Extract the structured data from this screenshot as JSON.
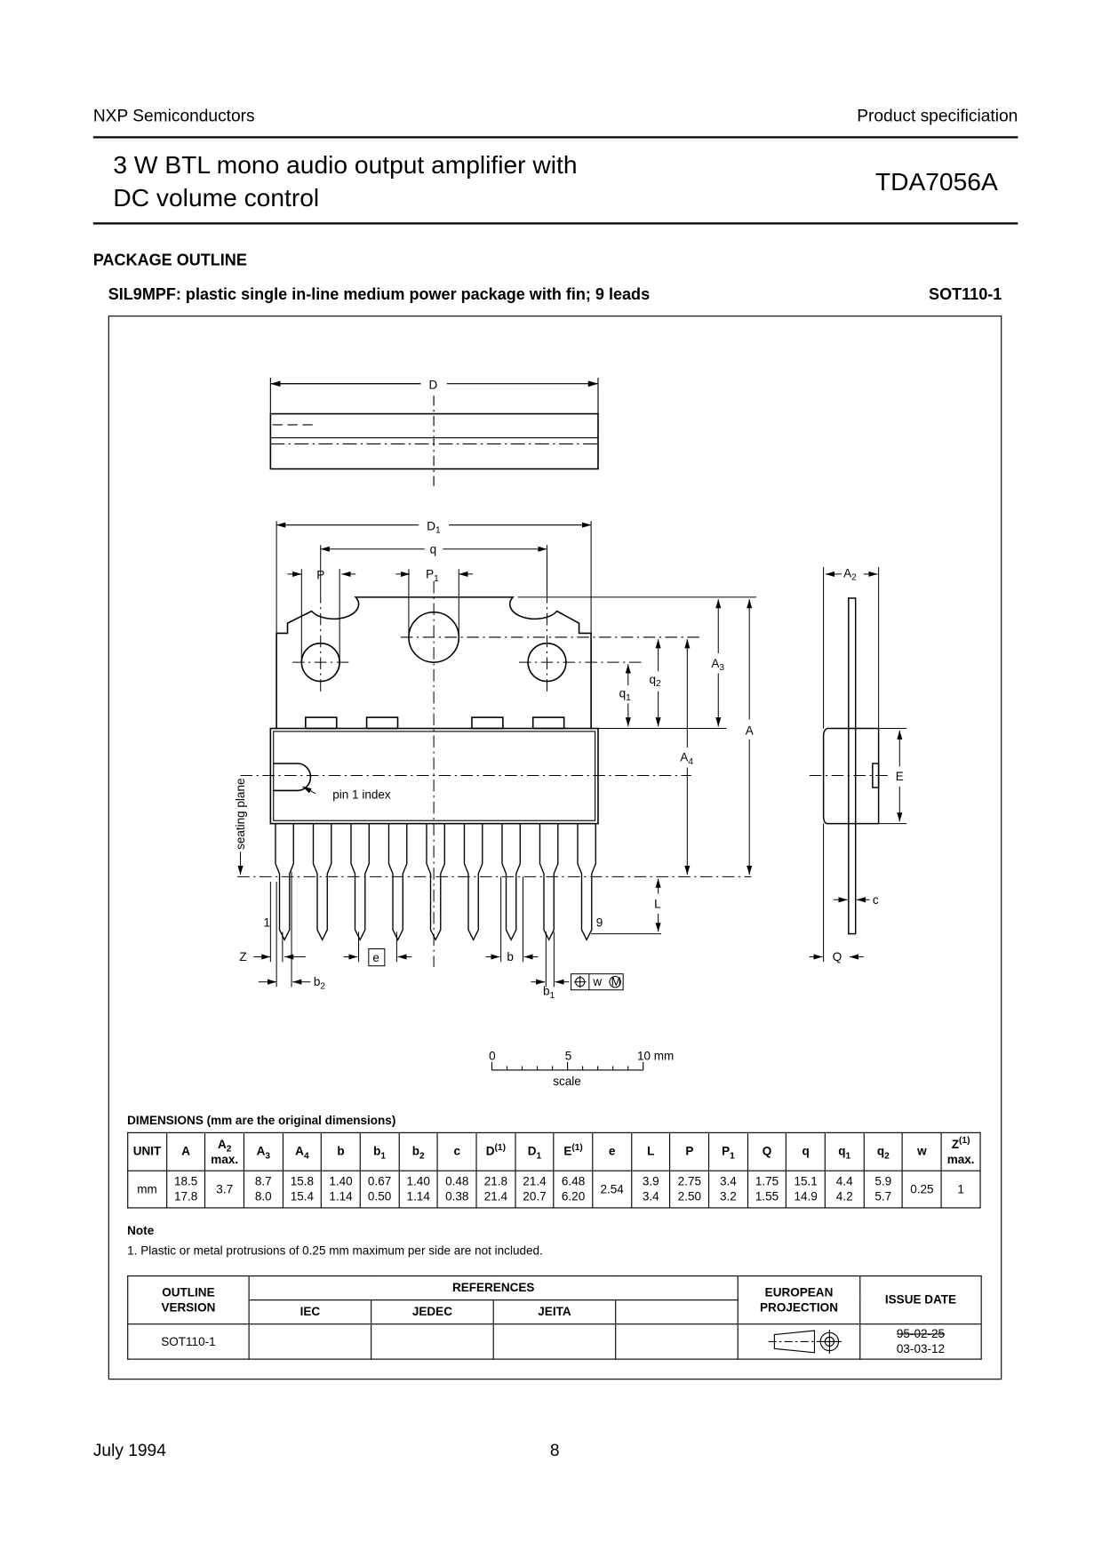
{
  "header": {
    "company": "NXP Semiconductors",
    "doc_type": "Product specificiation",
    "title_line1": "3 W BTL mono audio output amplifier with",
    "title_line2": "DC volume control",
    "part": "TDA7056A"
  },
  "section": {
    "title": "PACKAGE OUTLINE",
    "package_desc": "SIL9MPF: plastic single in-line medium power package with fin; 9 leads",
    "package_code": "SOT110-1"
  },
  "drawing": {
    "D": "D",
    "D1": "D",
    "D1_sub": "1",
    "q": "q",
    "P": "P",
    "P1": "P",
    "P1_sub": "1",
    "A2": "A",
    "A2_sub": "2",
    "A3": "A",
    "A3_sub": "3",
    "A": "A",
    "A4": "A",
    "A4_sub": "4",
    "q2": "q",
    "q2_sub": "2",
    "q1": "q",
    "q1_sub": "1",
    "E": "E",
    "L": "L",
    "c": "c",
    "Q": "Q",
    "Z": "Z",
    "b2": "b",
    "b2_sub": "2",
    "e": "e",
    "b": "b",
    "b1": "b",
    "b1_sub": "1",
    "w": "w",
    "M": "M",
    "pin1_index": "pin 1 index",
    "seating_plane": "seating plane",
    "pin_first": "1",
    "pin_last": "9",
    "scale": {
      "zero": "0",
      "five": "5",
      "ten": "10 mm",
      "label": "scale"
    }
  },
  "dimensions": {
    "title": "DIMENSIONS (mm are the original dimensions)",
    "columns": [
      {
        "m": "UNIT"
      },
      {
        "m": "A"
      },
      {
        "m": "A",
        "s": "2",
        "x": "max."
      },
      {
        "m": "A",
        "s": "3"
      },
      {
        "m": "A",
        "s": "4"
      },
      {
        "m": "b"
      },
      {
        "m": "b",
        "s": "1"
      },
      {
        "m": "b",
        "s": "2"
      },
      {
        "m": "c"
      },
      {
        "m": "D",
        "p": "(1)"
      },
      {
        "m": "D",
        "s": "1"
      },
      {
        "m": "E",
        "p": "(1)"
      },
      {
        "m": "e"
      },
      {
        "m": "L"
      },
      {
        "m": "P"
      },
      {
        "m": "P",
        "s": "1"
      },
      {
        "m": "Q"
      },
      {
        "m": "q"
      },
      {
        "m": "q",
        "s": "1"
      },
      {
        "m": "q",
        "s": "2"
      },
      {
        "m": "w"
      },
      {
        "m": "Z",
        "p": "(1)",
        "x": "max."
      }
    ],
    "row": [
      [
        "mm"
      ],
      [
        "18.5",
        "17.8"
      ],
      [
        "3.7"
      ],
      [
        "8.7",
        "8.0"
      ],
      [
        "15.8",
        "15.4"
      ],
      [
        "1.40",
        "1.14"
      ],
      [
        "0.67",
        "0.50"
      ],
      [
        "1.40",
        "1.14"
      ],
      [
        "0.48",
        "0.38"
      ],
      [
        "21.8",
        "21.4"
      ],
      [
        "21.4",
        "20.7"
      ],
      [
        "6.48",
        "6.20"
      ],
      [
        "2.54"
      ],
      [
        "3.9",
        "3.4"
      ],
      [
        "2.75",
        "2.50"
      ],
      [
        "3.4",
        "3.2"
      ],
      [
        "1.75",
        "1.55"
      ],
      [
        "15.1",
        "14.9"
      ],
      [
        "4.4",
        "4.2"
      ],
      [
        "5.9",
        "5.7"
      ],
      [
        "0.25"
      ],
      [
        "1"
      ]
    ]
  },
  "note": {
    "title": "Note",
    "text": "1. Plastic or metal protrusions of 0.25 mm maximum per side are not included."
  },
  "outline": {
    "outline_version_1": "OUTLINE",
    "outline_version_2": "VERSION",
    "references": "REFERENCES",
    "iec": "IEC",
    "jedec": "JEDEC",
    "jeita": "JEITA",
    "european_1": "EUROPEAN",
    "european_2": "PROJECTION",
    "issue_date": "ISSUE DATE",
    "version": "SOT110-1",
    "iec_val": "",
    "jedec_val": "",
    "jeita_val": "",
    "extra_val": "",
    "old_date": "95-02-25",
    "new_date": "03-03-12"
  },
  "footer": {
    "date": "July 1994",
    "page": "8"
  }
}
